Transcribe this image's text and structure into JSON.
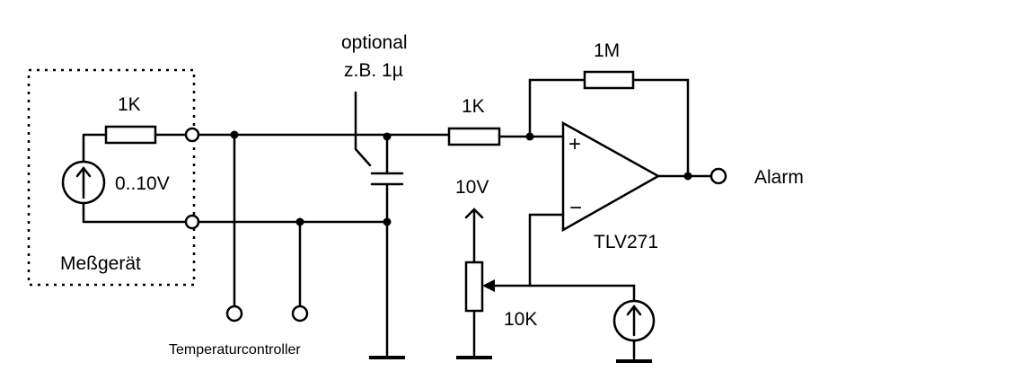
{
  "labels": {
    "r_source": "1K",
    "source_voltage": "0..10V",
    "instrument": "Meßgerät",
    "optional_line1": "optional",
    "optional_line2": "z.B. 1µ",
    "r_input": "1K",
    "r_feedback": "1M",
    "ref_voltage": "10V",
    "pot": "10K",
    "opamp": "TLV271",
    "output": "Alarm",
    "temperature": "Temperaturcontroller",
    "plus_sign": "+",
    "minus_sign": "−"
  }
}
